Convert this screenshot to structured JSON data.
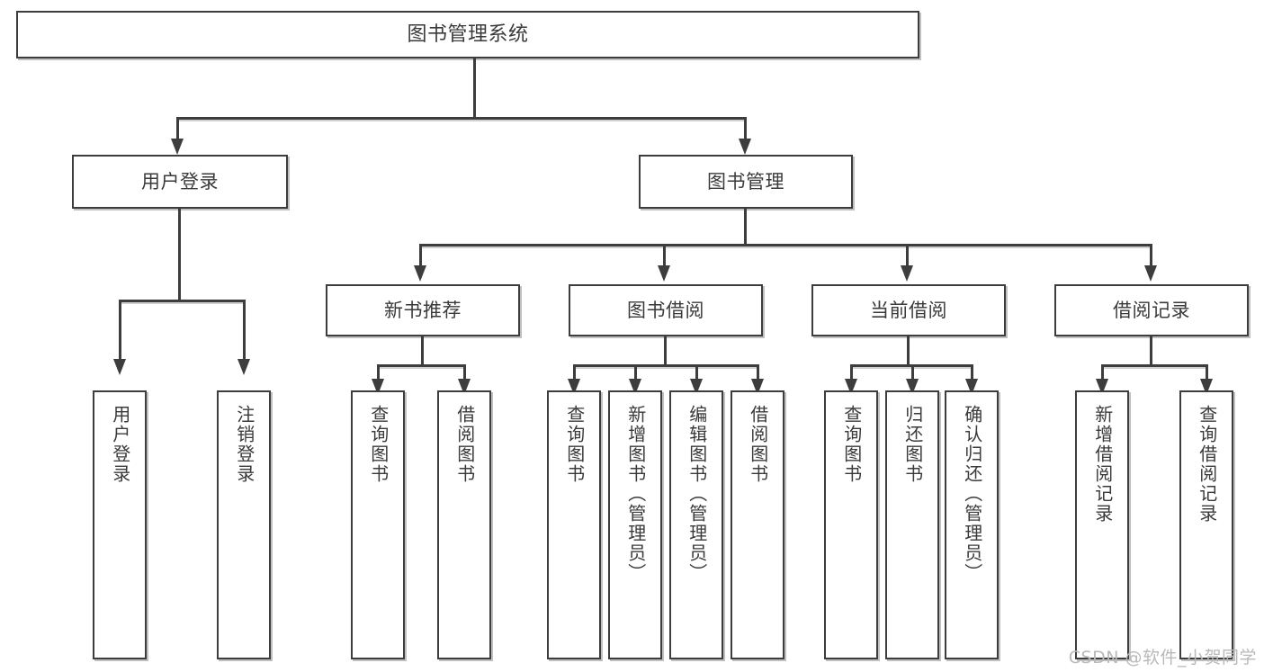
{
  "diagram": {
    "title": "图书管理系统",
    "type": "tree",
    "watermark": "CSDN @软件_小贺同学",
    "colors": {
      "border": "#3d3d3d",
      "text": "#3a3a3a",
      "background": "#ffffff",
      "shadow": "#8c8c8c",
      "watermark": "#b9b9b9"
    },
    "root": {
      "label": "图书管理系统"
    },
    "tier2": [
      {
        "label": "用户登录"
      },
      {
        "label": "图书管理"
      }
    ],
    "tier3": [
      {
        "label": "新书推荐"
      },
      {
        "label": "图书借阅"
      },
      {
        "label": "当前借阅"
      },
      {
        "label": "借阅记录"
      }
    ],
    "leaves": [
      {
        "label": "用户登录"
      },
      {
        "label": "注销登录"
      },
      {
        "label": "查询图书"
      },
      {
        "label": "借阅图书"
      },
      {
        "label": "查询图书"
      },
      {
        "label": "新增图书（管理员）"
      },
      {
        "label": "编辑图书（管理员）"
      },
      {
        "label": "借阅图书"
      },
      {
        "label": "查询图书"
      },
      {
        "label": "归还图书"
      },
      {
        "label": "确认归还（管理员）"
      },
      {
        "label": "新增借阅记录"
      },
      {
        "label": "查询借阅记录"
      }
    ],
    "groups": [
      {
        "parent": "用户登录",
        "children": [
          "用户登录",
          "注销登录"
        ]
      },
      {
        "parent": "新书推荐",
        "children": [
          "查询图书",
          "借阅图书"
        ]
      },
      {
        "parent": "图书借阅",
        "children": [
          "查询图书",
          "新增图书（管理员）",
          "编辑图书（管理员）",
          "借阅图书"
        ]
      },
      {
        "parent": "当前借阅",
        "children": [
          "查询图书",
          "归还图书",
          "确认归还（管理员）"
        ]
      },
      {
        "parent": "借阅记录",
        "children": [
          "新增借阅记录",
          "查询借阅记录"
        ]
      }
    ]
  }
}
